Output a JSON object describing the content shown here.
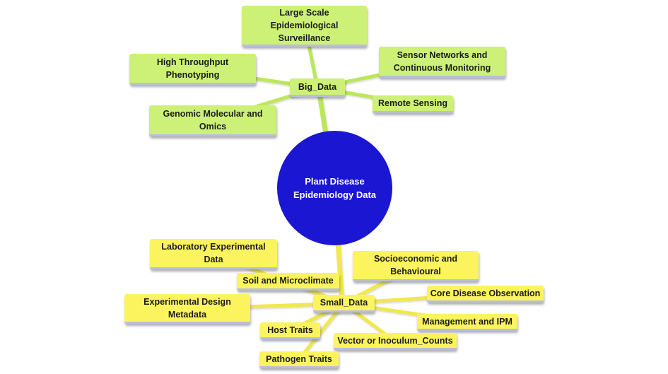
{
  "colors": {
    "background": "#FFFFFF",
    "green_fill": "#CCF176",
    "green_line": "#BCE75A",
    "yellow_fill": "#FBF45E",
    "yellow_line": "#F1E84B",
    "circle_fill": "#1B16D1",
    "circle_text": "#FFFFFF",
    "underline": "#B8BEDC",
    "text": "#1C1C1C"
  },
  "diagram": {
    "central": {
      "lines": [
        "Plant Disease",
        "Epidemiology Data"
      ]
    },
    "hubs": {
      "big_data": {
        "label": "Big_Data"
      },
      "small_data": {
        "label": "Small_Data"
      }
    },
    "nodes": {
      "large_scale": {
        "lines": [
          "Large Scale",
          "Epidemiological",
          "Surveillance"
        ]
      },
      "high_throughput": {
        "lines": [
          "High Throughput",
          "Phenotyping"
        ]
      },
      "sensor_networks": {
        "lines": [
          "Sensor Networks and",
          "Continuous Monitoring"
        ]
      },
      "remote_sensing": {
        "lines": [
          "Remote Sensing"
        ]
      },
      "genomic": {
        "lines": [
          "Genomic Molecular and",
          "Omics"
        ]
      },
      "laboratory": {
        "lines": [
          "Laboratory Experimental",
          "Data"
        ]
      },
      "soil": {
        "lines": [
          "Soil and Microclimate"
        ]
      },
      "socioeconomic": {
        "lines": [
          "Socioeconomic and",
          "Behavioural"
        ]
      },
      "core_disease": {
        "lines": [
          "Core Disease Observation"
        ]
      },
      "experimental_design": {
        "lines": [
          "Experimental Design",
          "Metadata"
        ]
      },
      "management": {
        "lines": [
          "Management and IPM"
        ]
      },
      "host_traits": {
        "lines": [
          "Host Traits"
        ]
      },
      "vector_inoculum": {
        "lines": [
          "Vector or Inoculum_Counts"
        ]
      },
      "pathogen_traits": {
        "lines": [
          "Pathogen Traits"
        ]
      }
    },
    "edges": [
      [
        "big_data",
        "central"
      ],
      [
        "big_data",
        "large_scale"
      ],
      [
        "big_data",
        "high_throughput"
      ],
      [
        "big_data",
        "sensor_networks"
      ],
      [
        "big_data",
        "remote_sensing"
      ],
      [
        "big_data",
        "genomic"
      ],
      [
        "small_data",
        "central"
      ],
      [
        "small_data",
        "laboratory"
      ],
      [
        "small_data",
        "soil"
      ],
      [
        "small_data",
        "socioeconomic"
      ],
      [
        "small_data",
        "core_disease"
      ],
      [
        "small_data",
        "experimental_design"
      ],
      [
        "small_data",
        "management"
      ],
      [
        "small_data",
        "host_traits"
      ],
      [
        "small_data",
        "vector_inoculum"
      ],
      [
        "small_data",
        "pathogen_traits"
      ]
    ]
  }
}
